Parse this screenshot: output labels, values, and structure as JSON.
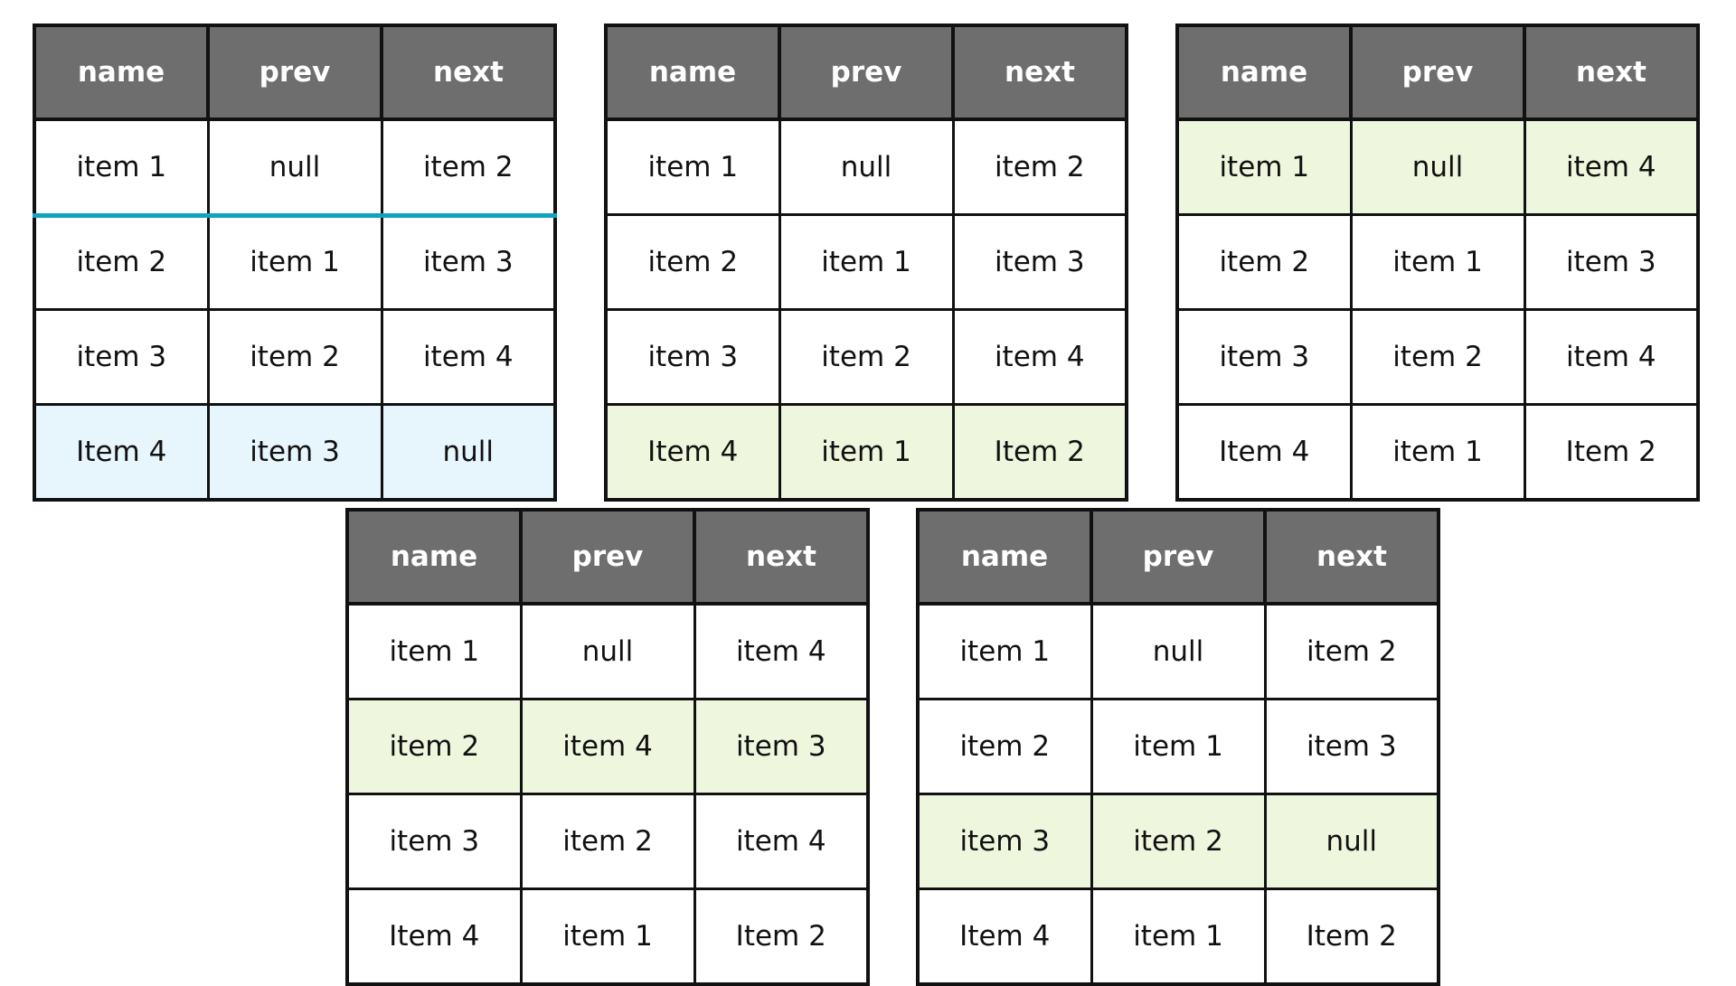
{
  "columns": [
    "name",
    "prev",
    "next"
  ],
  "colors": {
    "header_bg": "#6e6e6e",
    "header_text": "#ffffff",
    "cell_bg": "#ffffff",
    "cell_text": "#111111",
    "border": "#111111",
    "highlight_green": "#eef7dd",
    "highlight_blue": "#e7f6fc",
    "insertion_rule": "#0fa3bf"
  },
  "tables": [
    {
      "id": "table-1",
      "headers": [
        "name",
        "prev",
        "next"
      ],
      "rows": [
        {
          "name": "item 1",
          "prev": "null",
          "next": "item 2",
          "highlight": "none"
        },
        {
          "name": "item 2",
          "prev": "item 1",
          "next": "item 3",
          "highlight": "none"
        },
        {
          "name": "item 3",
          "prev": "item 2",
          "next": "item 4",
          "highlight": "none"
        },
        {
          "name": "Item 4",
          "prev": "item 3",
          "next": "null",
          "highlight": "blue"
        }
      ],
      "rule_after_row": 1
    },
    {
      "id": "table-2",
      "headers": [
        "name",
        "prev",
        "next"
      ],
      "rows": [
        {
          "name": "item 1",
          "prev": "null",
          "next": "item 2",
          "highlight": "none"
        },
        {
          "name": "item 2",
          "prev": "item 1",
          "next": "item 3",
          "highlight": "none"
        },
        {
          "name": "item 3",
          "prev": "item 2",
          "next": "item 4",
          "highlight": "none"
        },
        {
          "name": "Item 4",
          "prev": "item 1",
          "next": "Item 2",
          "highlight": "green"
        }
      ],
      "rule_after_row": null
    },
    {
      "id": "table-3",
      "headers": [
        "name",
        "prev",
        "next"
      ],
      "rows": [
        {
          "name": "item 1",
          "prev": "null",
          "next": "item 4",
          "highlight": "green"
        },
        {
          "name": "item 2",
          "prev": "item 1",
          "next": "item 3",
          "highlight": "none"
        },
        {
          "name": "item 3",
          "prev": "item 2",
          "next": "item 4",
          "highlight": "none"
        },
        {
          "name": "Item 4",
          "prev": "item 1",
          "next": "Item 2",
          "highlight": "none"
        }
      ],
      "rule_after_row": null
    },
    {
      "id": "table-4",
      "headers": [
        "name",
        "prev",
        "next"
      ],
      "rows": [
        {
          "name": "item 1",
          "prev": "null",
          "next": "item 4",
          "highlight": "none"
        },
        {
          "name": "item 2",
          "prev": "item 4",
          "next": "item 3",
          "highlight": "green"
        },
        {
          "name": "item 3",
          "prev": "item 2",
          "next": "item 4",
          "highlight": "none"
        },
        {
          "name": "Item 4",
          "prev": "item 1",
          "next": "Item 2",
          "highlight": "none"
        }
      ],
      "rule_after_row": null
    },
    {
      "id": "table-5",
      "headers": [
        "name",
        "prev",
        "next"
      ],
      "rows": [
        {
          "name": "item 1",
          "prev": "null",
          "next": "item 2",
          "highlight": "none"
        },
        {
          "name": "item 2",
          "prev": "item 1",
          "next": "item 3",
          "highlight": "none"
        },
        {
          "name": "item 3",
          "prev": "item 2",
          "next": "null",
          "highlight": "green"
        },
        {
          "name": "Item 4",
          "prev": "item 1",
          "next": "Item 2",
          "highlight": "none"
        }
      ],
      "rule_after_row": null
    }
  ]
}
